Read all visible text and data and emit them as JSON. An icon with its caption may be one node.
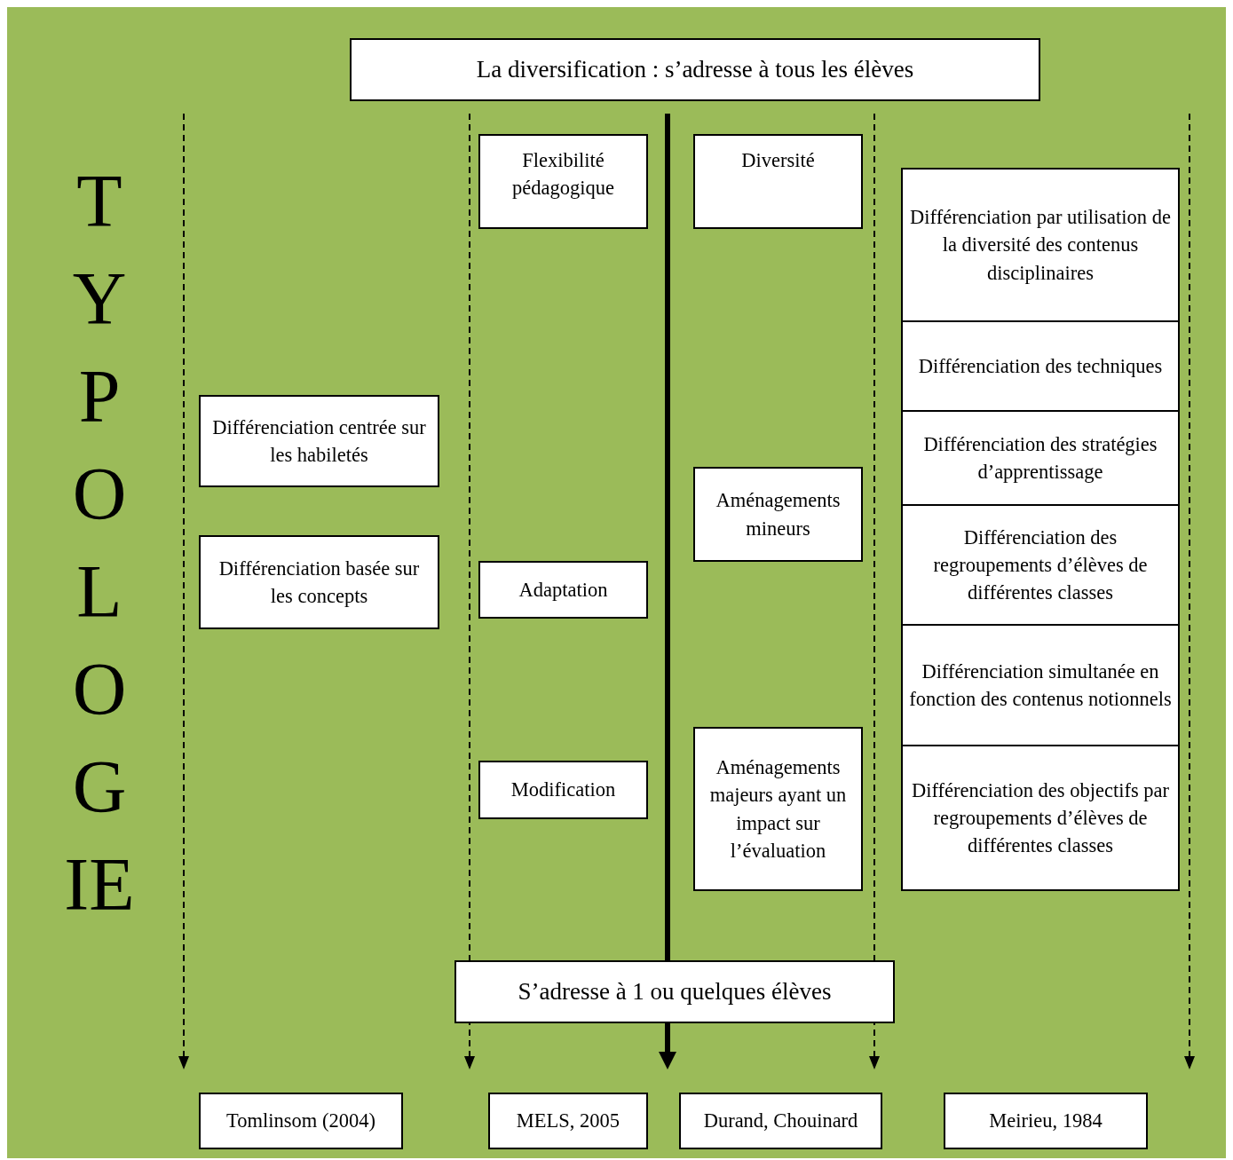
{
  "diagram": {
    "nodes": [
      {
        "text": [
          "La diversification : s’adresse à tous les élèves"
        ]
      },
      {
        "text": [
          "Flexibilité pédagogique"
        ]
      },
      {
        "text": [
          "Diversité"
        ]
      },
      {
        "text": [
          "Différenciation par utilisation de la diversité des contenus disciplinaires"
        ]
      },
      {
        "text": [
          "Différenciation des techniques"
        ]
      },
      {
        "text": [
          "Différenciation des stratégies d’apprentissage"
        ]
      },
      {
        "text": [
          "Différenciation centrée sur les habiletés"
        ]
      },
      {
        "text": [
          "Aménagements mineurs"
        ]
      },
      {
        "text": [
          "Différenciation des regroupements d’élèves de différentes classes"
        ]
      },
      {
        "text": [
          "Différenciation basée sur les concepts"
        ]
      },
      {
        "text": [
          "Adaptation"
        ]
      },
      {
        "text": [
          "Différenciation simultanée en fonction des contenus notionnels"
        ]
      },
      {
        "text": [
          "Modification"
        ]
      },
      {
        "text": [
          "Aménagements majeurs ayant un impact sur l’évaluation"
        ]
      },
      {
        "text": [
          "Différenciation des objectifs par regroupements d’élèves de différentes classes"
        ]
      },
      {
        "text": [
          "S’adresse à 1 ou quelques élèves"
        ]
      },
      {
        "text": [
          "Tomlinsom (2004)"
        ]
      },
      {
        "text": [
          "MELS, 2005"
        ]
      },
      {
        "text": [
          "Durand, Chouinard"
        ]
      },
      {
        "text": [
          "Meirieu, 1984"
        ]
      }
    ],
    "labels": [
      "TYPOLOGIE"
    ]
  }
}
